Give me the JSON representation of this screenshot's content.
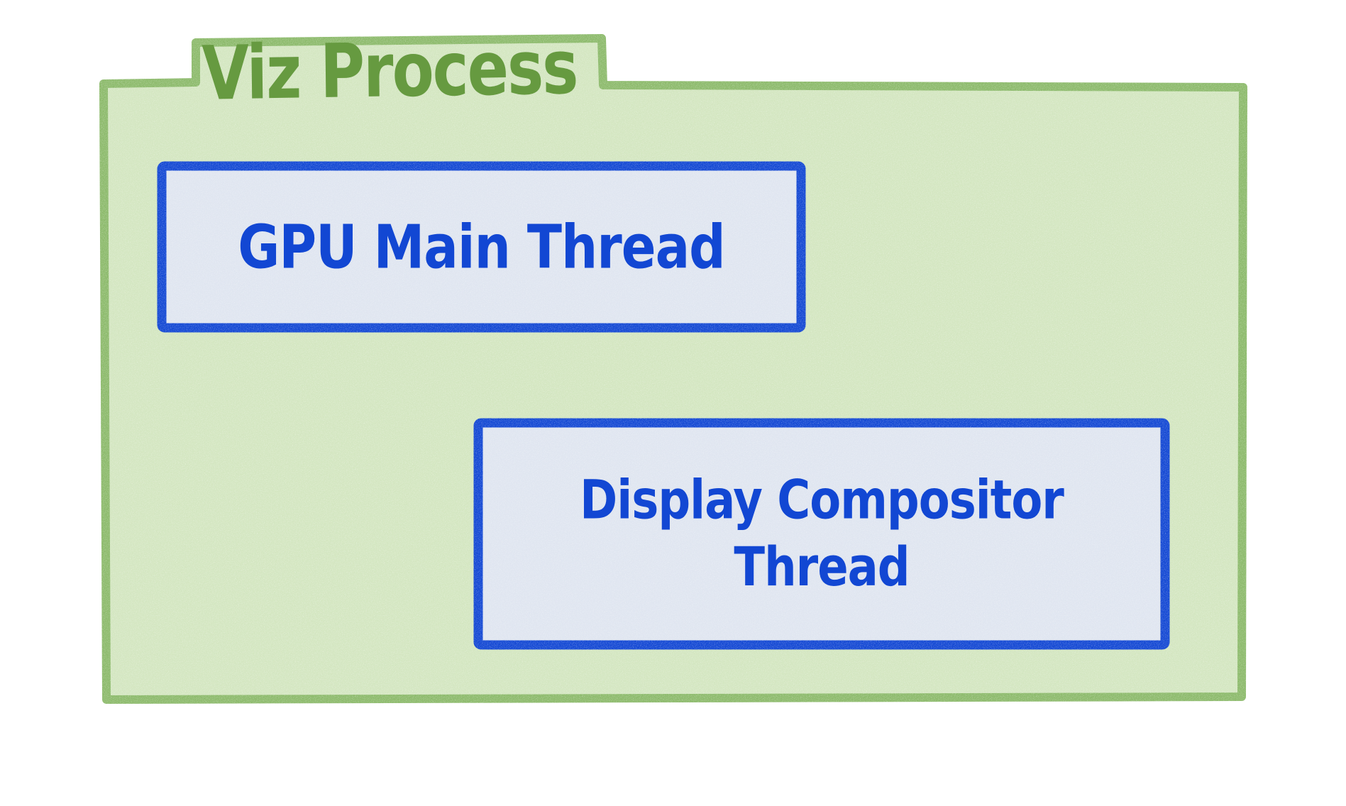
{
  "colors": {
    "background": "#ffffff",
    "container_border": "#8cba6b",
    "container_fill": "#d3e6c0",
    "container_title": "#669a40",
    "node_border": "#1247d3",
    "node_fill": "#dfe5f0",
    "node_text": "#1247d3"
  },
  "diagram": {
    "container": {
      "title": "Viz Process"
    },
    "nodes": [
      {
        "label": "GPU Main Thread"
      },
      {
        "label": "Display Compositor Thread"
      }
    ]
  }
}
